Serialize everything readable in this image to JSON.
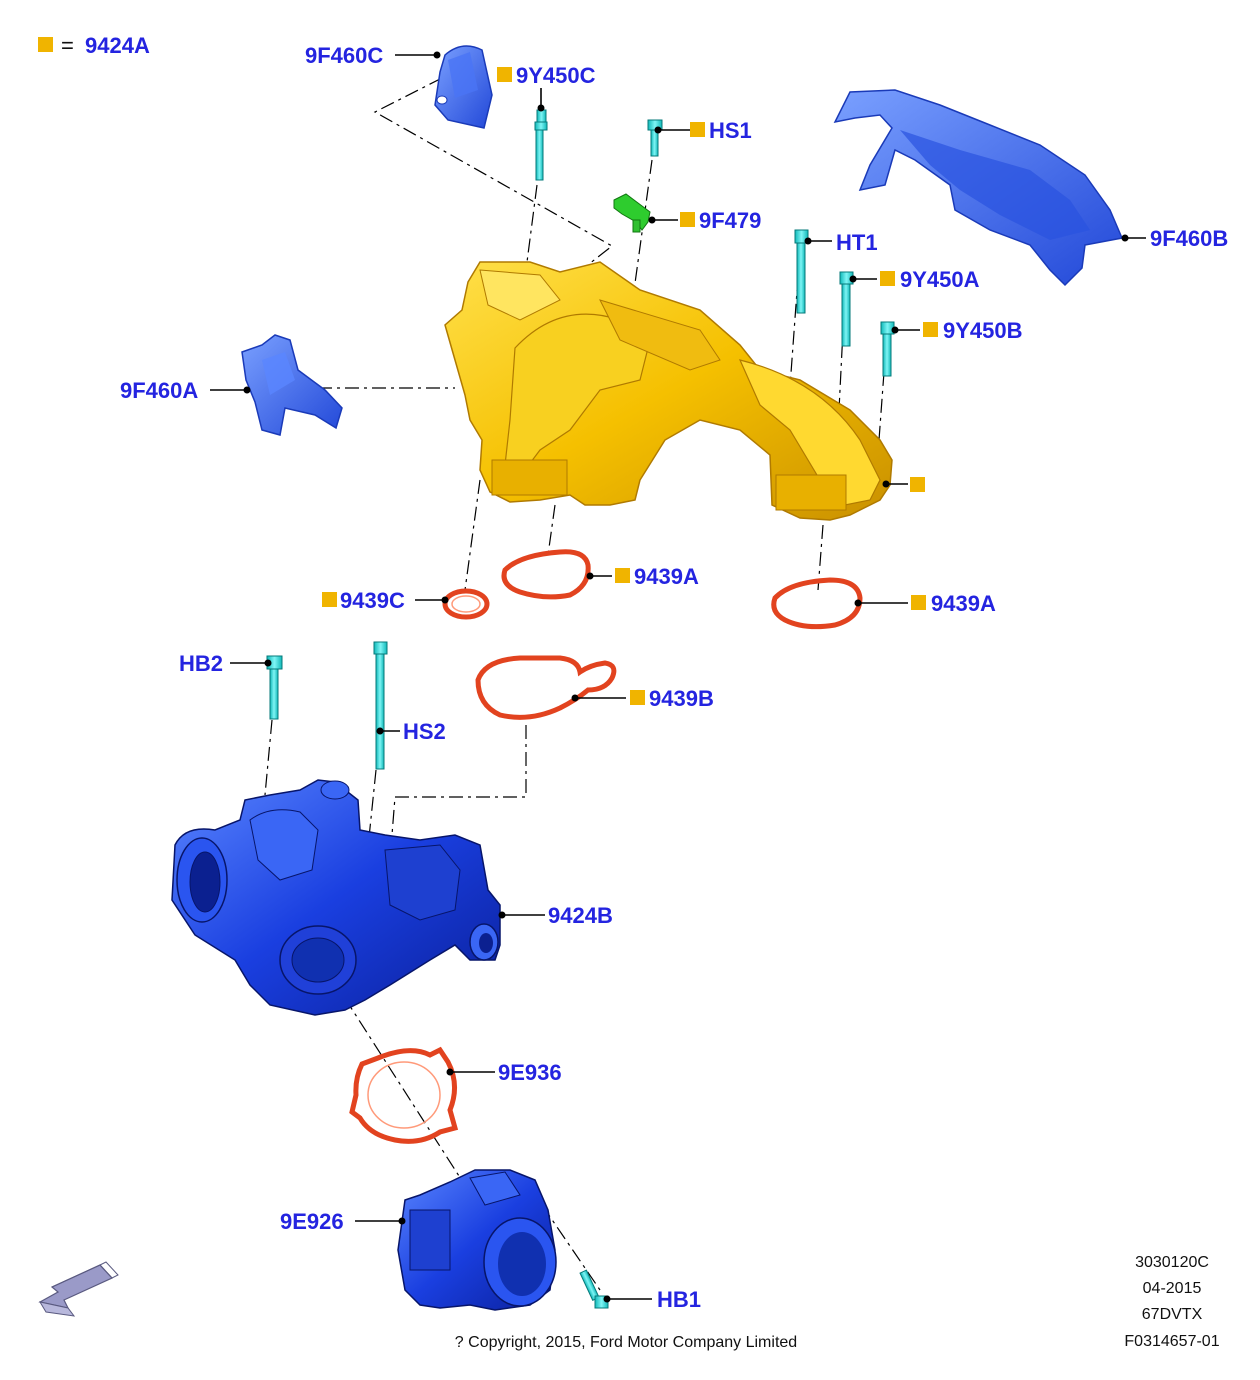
{
  "legend": {
    "square_color": "#f0b400",
    "equals": "=",
    "part": "9424A"
  },
  "colors": {
    "label": "#2424e0",
    "manifold": "#f5c000",
    "housing": "#1a3fe0",
    "gasket": "#e2431f",
    "bolt": "#1ed6d6",
    "sensor": "#2ecc2e",
    "shield": "#3a66f0"
  },
  "labels": {
    "p9F460C": "9F460C",
    "p9Y450C": "9Y450C",
    "pHS1": "HS1",
    "p9F479": "9F479",
    "pHT1": "HT1",
    "p9Y450A": "9Y450A",
    "p9Y450B": "9Y450B",
    "p9F460B": "9F460B",
    "p9F460A": "9F460A",
    "p9439C": "9439C",
    "p9439A_left": "9439A",
    "p9439A_right": "9439A",
    "p9439B": "9439B",
    "pHB2": "HB2",
    "pHS2": "HS2",
    "p9424B": "9424B",
    "p9E936": "9E936",
    "p9E926": "9E926",
    "pHB1": "HB1"
  },
  "reference": {
    "line1": "3030120C",
    "line2": "04-2015",
    "line3": "67DVTX",
    "line4": "F0314657-01"
  },
  "copyright": "? Copyright, 2015, Ford Motor Company Limited",
  "icons": {
    "view_arrow": "orientation-arrow-icon"
  }
}
